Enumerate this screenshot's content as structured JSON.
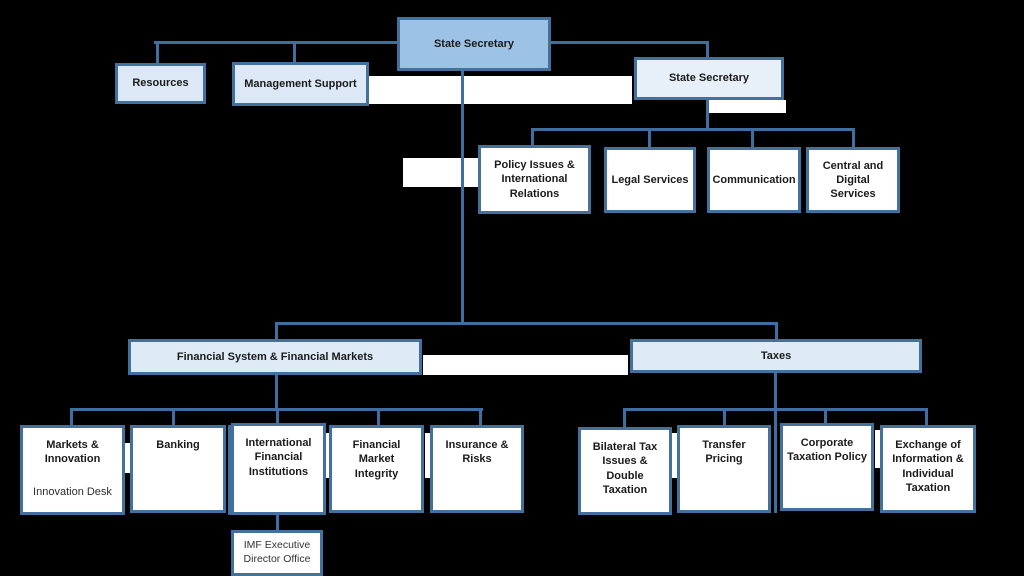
{
  "diagram": {
    "type": "org-chart",
    "colors": {
      "background": "#000000",
      "connector": "#3f6f9f",
      "box_border": "#41719C",
      "fill_primary": "#9cc3e5",
      "fill_light": "#dce8f5",
      "fill_white": "#ffffff"
    },
    "nodes": {
      "top_state_secretary": {
        "label": "State Secretary"
      },
      "resources": {
        "label": "Resources"
      },
      "management_support": {
        "label": "Management Support"
      },
      "state_secretary_2": {
        "label": "State Secretary"
      },
      "policy_issues": {
        "label": "Policy Issues & International Relations"
      },
      "legal_services": {
        "label": "Legal Services"
      },
      "communication": {
        "label": "Communication"
      },
      "central_digital": {
        "label": "Central and Digital Services"
      },
      "financial_system": {
        "label": "Financial System & Financial Markets"
      },
      "taxes": {
        "label": "Taxes"
      },
      "markets_innovation": {
        "label": "Markets & Innovation",
        "sublabel": "Innovation Desk"
      },
      "banking": {
        "label": "Banking"
      },
      "intl_financial_institutions": {
        "label": "International Financial Institutions"
      },
      "financial_market_integrity": {
        "label": "Financial Market Integrity"
      },
      "insurance_risks": {
        "label": "Insurance & Risks"
      },
      "imf_office": {
        "label": "IMF Executive Director Office"
      },
      "bilateral_tax": {
        "label": "Bilateral Tax Issues & Double Taxation"
      },
      "transfer_pricing": {
        "label": "Transfer Pricing"
      },
      "corporate_taxation": {
        "label": "Corporate Taxation Policy"
      },
      "exchange_information": {
        "label": "Exchange of Information & Individual Taxation"
      }
    }
  }
}
